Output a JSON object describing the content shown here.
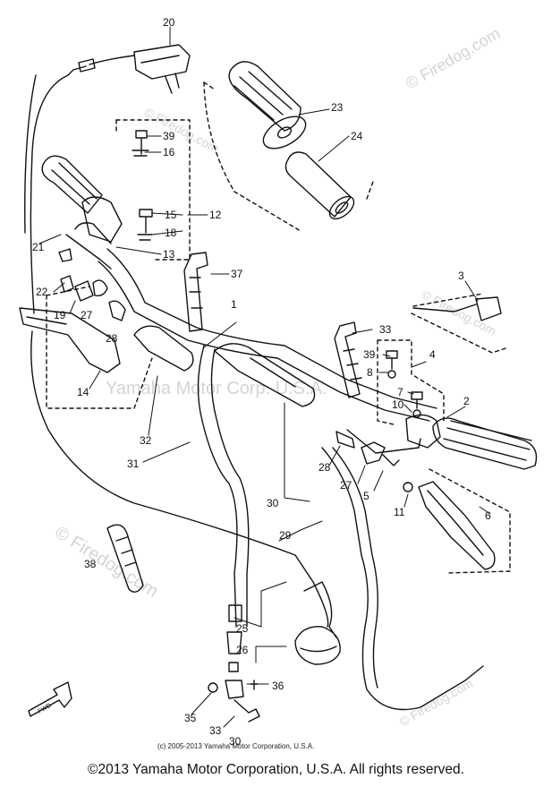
{
  "watermarks": [
    {
      "id": "wm-top-right",
      "text": "© Firedog.com"
    },
    {
      "id": "wm-top-mid",
      "text": "© Firedog.com"
    },
    {
      "id": "wm-right-mid",
      "text": "© Firedog.com"
    },
    {
      "id": "wm-center",
      "text": "Yamaha Motor Corp. U.S.A."
    },
    {
      "id": "wm-left-bottom",
      "text": "© Firedog.com"
    },
    {
      "id": "wm-bottom-right",
      "text": "© Firedog.com"
    }
  ],
  "part_labels": [
    "20",
    "23",
    "24",
    "39",
    "16",
    "15",
    "12",
    "18",
    "13",
    "21",
    "37",
    "22",
    "19",
    "27",
    "28",
    "3",
    "33",
    "39",
    "4",
    "8",
    "7",
    "10",
    "2",
    "14",
    "32",
    "31",
    "28",
    "27",
    "5",
    "30",
    "11",
    "6",
    "29",
    "38",
    "25",
    "26",
    "36",
    "35",
    "33",
    "30",
    "1"
  ],
  "small_credit": "(c) 2005-2013 Yamaha Motor Corporation, U.S.A.",
  "fwd_label": "FWD",
  "footer": "©2013 Yamaha Motor Corporation, U.S.A. All rights reserved."
}
